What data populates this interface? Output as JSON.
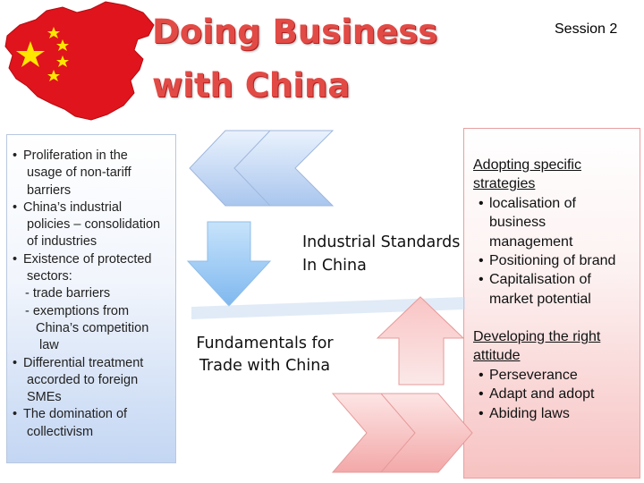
{
  "header": {
    "title_line1": "Doing Business",
    "title_line2": "with China",
    "session": "Session 2"
  },
  "left_panel": {
    "items": [
      {
        "bullet": "•",
        "lines": [
          "Proliferation in the",
          "usage of non-tariff",
          "barriers"
        ]
      },
      {
        "bullet": "•",
        "lines": [
          "China’s industrial",
          "policies – consolidation",
          "of industries"
        ]
      },
      {
        "bullet": "•",
        "lines": [
          "Existence of protected",
          "sectors:"
        ]
      },
      {
        "sub": "- trade barriers"
      },
      {
        "sub": "- exemptions from",
        "sub_cont": [
          "China’s competition",
          "law"
        ]
      },
      {
        "bullet": "•",
        "lines": [
          "Differential treatment",
          "accorded to foreign",
          "SMEs"
        ]
      },
      {
        "bullet": "•",
        "lines": [
          "The domination of",
          "collectivism"
        ]
      }
    ]
  },
  "center": {
    "industrial_line1": "Industrial Standards",
    "industrial_line2": "In China",
    "fundamentals_line1": "Fundamentals for",
    "fundamentals_line2": "Trade with China"
  },
  "right_panel": {
    "block1": {
      "heading_line1": "Adopting specific",
      "heading_line2": "strategies",
      "items": [
        {
          "bullet": "•",
          "lines": [
            "localisation of",
            "business",
            "management"
          ]
        },
        {
          "bullet": "•",
          "lines": [
            "Positioning of brand"
          ]
        },
        {
          "bullet": "•",
          "lines": [
            "Capitalisation of",
            "market potential"
          ]
        }
      ]
    },
    "block2": {
      "heading_line1": "Developing the right",
      "heading_line2": "attitude",
      "items": [
        {
          "bullet": "•",
          "lines": [
            "Perseverance"
          ]
        },
        {
          "bullet": "•",
          "lines": [
            "Adapt and adopt"
          ]
        },
        {
          "bullet": "•",
          "lines": [
            "Abiding laws"
          ]
        }
      ]
    }
  },
  "colors": {
    "title_red": "#e24a45",
    "blue_arrow": "#a9c6ee",
    "red_arrow": "#f3a8a8",
    "map_red": "#e0141c",
    "star_yellow": "#ffe600"
  },
  "icons": {
    "map": "china-flag-map-icon",
    "arrow_left": "double-chevron-left-icon",
    "arrow_down": "down-arrow-icon",
    "arrow_up": "up-arrow-icon",
    "arrow_right": "double-chevron-right-icon"
  }
}
